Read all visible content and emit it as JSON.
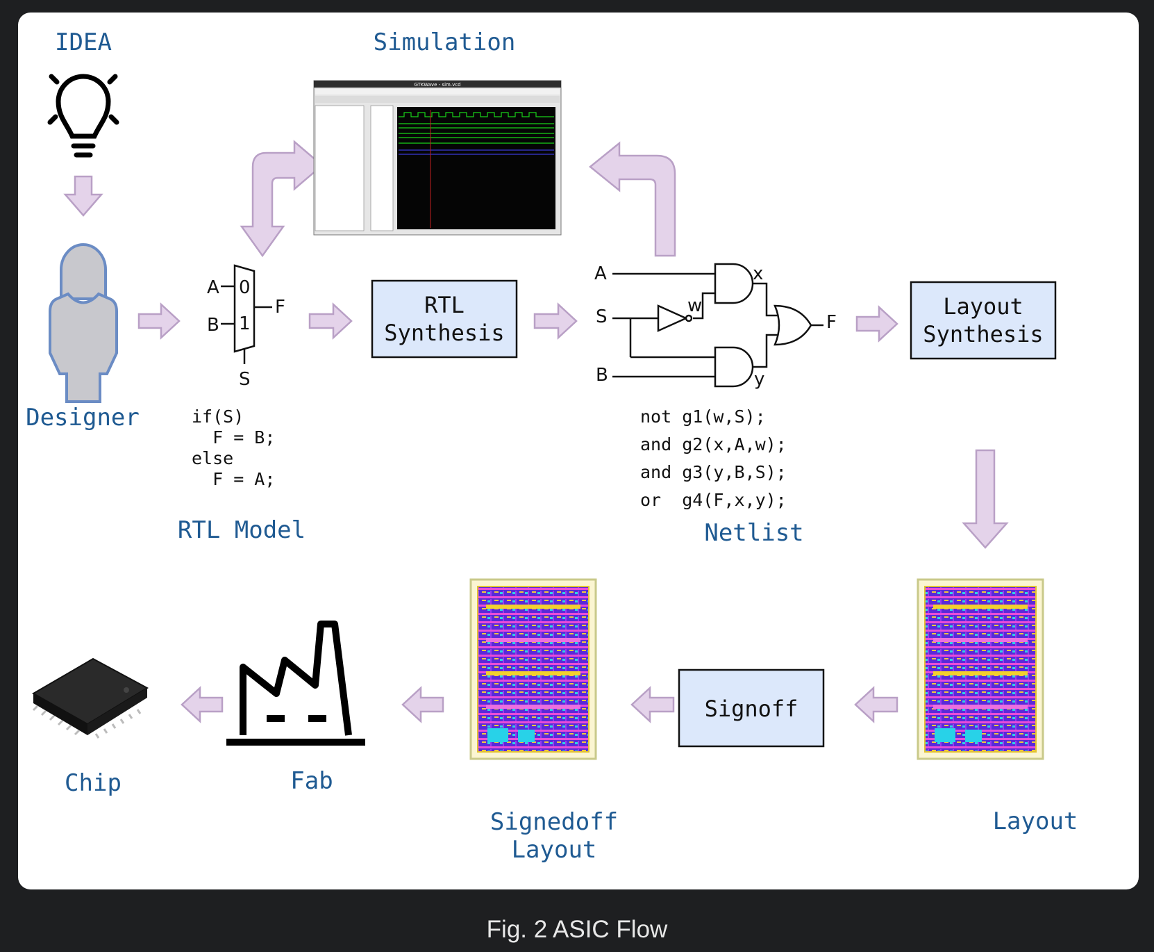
{
  "labels": {
    "idea": "IDEA",
    "simulation": "Simulation",
    "designer": "Designer",
    "rtl_model": "RTL Model",
    "netlist": "Netlist",
    "layout": "Layout",
    "signedoff_layout_line1": "Signedoff",
    "signedoff_layout_line2": "Layout",
    "fab": "Fab",
    "chip": "Chip"
  },
  "boxes": {
    "rtl_synthesis_line1": "RTL",
    "rtl_synthesis_line2": "Synthesis",
    "layout_synthesis_line1": "Layout",
    "layout_synthesis_line2": "Synthesis",
    "signoff": "Signoff"
  },
  "mux": {
    "in_a": "A",
    "in_b": "B",
    "sel0": "0",
    "sel1": "1",
    "out": "F",
    "select": "S"
  },
  "rtl_code": [
    "if(S)",
    "  F = B;",
    "else",
    "  F = A;"
  ],
  "netlist_pins": {
    "a": "A",
    "s": "S",
    "b": "B",
    "w": "w",
    "x": "x",
    "y": "y",
    "f": "F"
  },
  "netlist_code": [
    "not g1(w,S);",
    "and g2(x,A,w);",
    "and g3(y,B,S);",
    "or  g4(F,x,y);"
  ],
  "simulation_window": {
    "title": "GTKWave - sim.vcd"
  },
  "colors": {
    "label_blue": "#1f5a92",
    "box_fill": "#dce8fb",
    "arrow_fill": "#e4d3ea",
    "arrow_stroke": "#b9a0c6"
  },
  "caption": "Fig. 2 ASIC Flow"
}
